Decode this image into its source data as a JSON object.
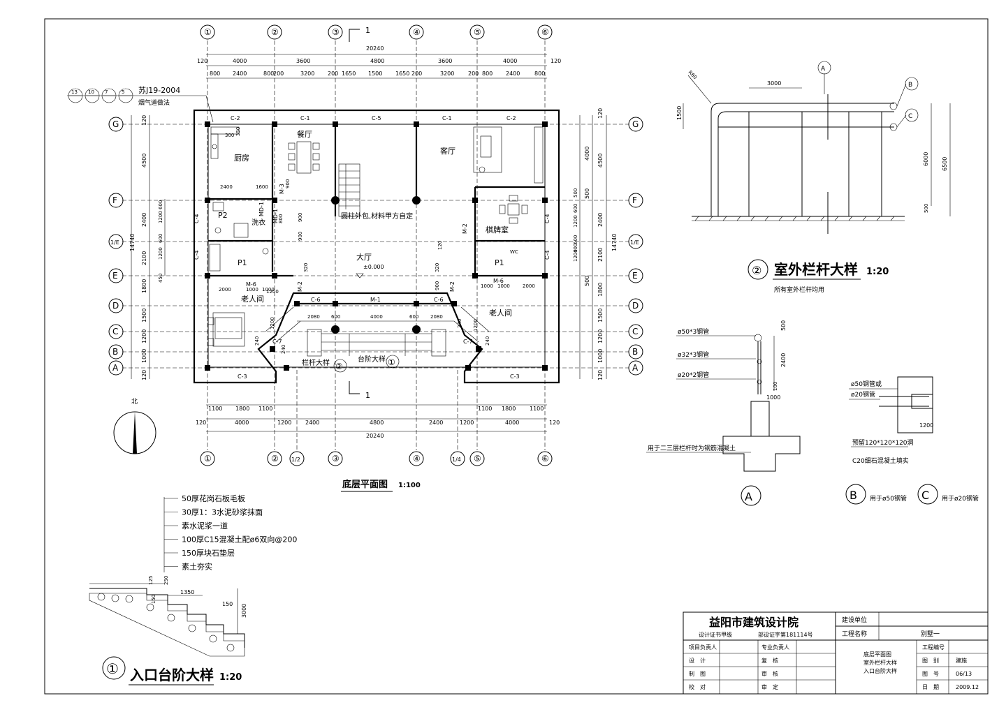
{
  "plan": {
    "title": "底层平面图",
    "scale": "1:100",
    "axes_top": [
      "①",
      "②",
      "③",
      "④",
      "⑤",
      "⑥"
    ],
    "axes_bottom": [
      "①",
      "②",
      "1/2",
      "③",
      "④",
      "1/4",
      "⑤",
      "⑥"
    ],
    "axes_side": [
      "G",
      "F",
      "1/E",
      "E",
      "D",
      "C",
      "B",
      "A"
    ],
    "dims_top_total": "20240",
    "dims_top_1": [
      "120",
      "4000",
      "3600",
      "4800",
      "3600",
      "4000",
      "120"
    ],
    "dims_top_2": [
      "800",
      "2400",
      "800",
      "200",
      "3200",
      "200",
      "1650",
      "1500",
      "1650",
      "200",
      "3200",
      "200",
      "800",
      "2400",
      "800"
    ],
    "dims_bottom_1": [
      "1100",
      "1800",
      "1100",
      "1100",
      "1800",
      "1100"
    ],
    "dims_bottom_2": [
      "120",
      "4000",
      "1200",
      "2400",
      "4800",
      "2400",
      "1200",
      "4000",
      "120"
    ],
    "dims_bottom_total": "20240",
    "dims_left": [
      "120",
      "4500",
      "2400",
      "2100",
      "1800",
      "1500",
      "1200",
      "1000",
      "120"
    ],
    "dims_left_total": "14740",
    "dims_left_inner": [
      "600",
      "1200",
      "600",
      "1200",
      "450"
    ],
    "dims_right": [
      "120",
      "4000",
      "4500",
      "500",
      "2400",
      "2100",
      "500",
      "1800",
      "1500",
      "1200",
      "1000",
      "120"
    ],
    "dims_right_total": "14740",
    "dims_right_inner": [
      "500",
      "600",
      "1200",
      "600",
      "400",
      "1200"
    ],
    "rooms": {
      "kitchen": "厨房",
      "dining": "餐厅",
      "living": "客厅",
      "hall": "大厅",
      "mahjong": "棋牌室",
      "laundry": "洗衣",
      "elder_left": "老人间",
      "elder_right": "老人间",
      "wc": "WC",
      "pillar_note": "圆柱外包,材料甲方自定",
      "elevation": "±0.000"
    },
    "room_codes": [
      "P2",
      "P1",
      "P1"
    ],
    "windows": [
      "C-2",
      "C-1",
      "C-5",
      "C-1",
      "C-2",
      "C-4",
      "C-4",
      "C-4",
      "C-4",
      "C-3",
      "C-3",
      "C-6",
      "C-6",
      "C-7",
      "C-7"
    ],
    "doors": [
      "M-1",
      "M-2",
      "M-2",
      "M-2",
      "M-3",
      "M-6",
      "M-6",
      "MD-1",
      "MD-1"
    ],
    "inner_dims": [
      "2400",
      "1600",
      "900",
      "900",
      "800",
      "1200",
      "2000",
      "1000",
      "1000",
      "1000",
      "1000",
      "2000",
      "2080",
      "600",
      "4000",
      "600",
      "2080",
      "1200",
      "1200",
      "240",
      "240",
      "240",
      "240",
      "320",
      "320",
      "900",
      "900",
      "120",
      "350",
      "300"
    ],
    "section_mark": "1",
    "callout_railing": "栏杆大样",
    "callout_railing_no": "②",
    "callout_steps": "台阶大样",
    "callout_steps_no": "①",
    "chimney_ref": "苏J19-2004",
    "chimney_note": "烟气道做法",
    "chimney_codes": [
      "13",
      "10",
      "7",
      "5"
    ],
    "north": "北"
  },
  "railing": {
    "title": "室外栏杆大样",
    "number": "②",
    "scale": "1:20",
    "note": "所有室外栏杆均用",
    "dims": [
      "3000",
      "1500",
      "6000",
      "6500",
      "500",
      "R60"
    ],
    "markers": [
      "A",
      "B",
      "C"
    ]
  },
  "railing_section": {
    "labels": [
      "ø50*3钢管",
      "ø32*3钢管",
      "ø20*2钢管"
    ],
    "dims": [
      "500",
      "2400",
      "100",
      "1000"
    ],
    "note": "用于二三层栏杆时为钢筋混凝土",
    "marker": "A"
  },
  "railing_anchor": {
    "labels": [
      "ø50钢管或",
      "ø20钢管"
    ],
    "dims": [
      "1200"
    ],
    "note1": "预留120*120*120洞",
    "note2": "C20细石混凝土填实",
    "marker_b": "B",
    "marker_b_text": "用于ø50钢管",
    "marker_c": "C",
    "marker_c_text": "用于ø20钢管"
  },
  "steps": {
    "title": "入口台阶大样",
    "number": "①",
    "scale": "1:20",
    "layers": [
      "50厚花岗石板毛板",
      "30厚1：3水泥砂浆抹面",
      "素水泥浆一道",
      "100厚C15混凝土配ø6双向@200",
      "150厚块石垫层",
      "素土夯实"
    ],
    "dims": [
      "125",
      "250",
      "150",
      "1350",
      "150",
      "3000"
    ]
  },
  "title_block": {
    "institute": "益阳市建筑设计院",
    "cert_label": "设计证书甲级",
    "cert_no": "部设证字第181114号",
    "client_label": "建设单位",
    "client": "",
    "project_label": "工程名称",
    "project": "别墅一",
    "rows_left": [
      "项目负责人",
      "设　计",
      "制　图",
      "校　对"
    ],
    "rows_mid": [
      "专业负责人",
      "复　核",
      "审　核",
      "审　定"
    ],
    "drawing_names": [
      "底层平面图",
      "室外栏杆大样",
      "入口台阶大样"
    ],
    "field_labels": [
      "工程编号",
      "图　别",
      "图　号",
      "日　期"
    ],
    "field_values": [
      "",
      "建施",
      "06/13",
      "2009.12"
    ]
  }
}
